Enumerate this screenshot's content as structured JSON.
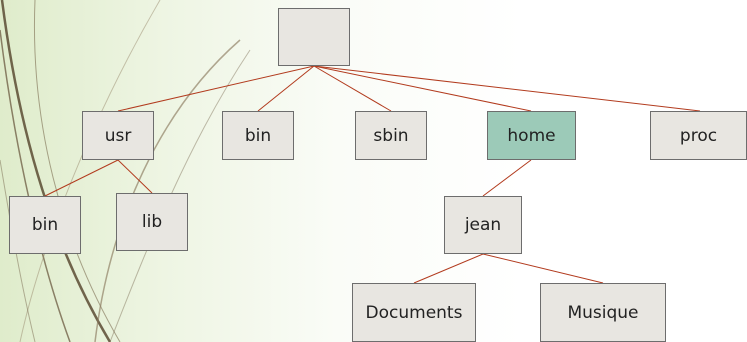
{
  "diagram": {
    "root": {
      "label": ""
    },
    "nodes": {
      "usr": "usr",
      "bin": "bin",
      "sbin": "sbin",
      "home": "home",
      "proc": "proc",
      "usr_bin": "bin",
      "usr_lib": "lib",
      "jean": "jean",
      "documents": "Documents",
      "musique": "Musique"
    },
    "highlighted": "home",
    "colors": {
      "box_fill": "#e8e6e1",
      "box_border": "#6d6d6d",
      "highlight_fill": "#9ccab8",
      "connector": "#b23b1e"
    },
    "edges": [
      [
        "root",
        "usr"
      ],
      [
        "root",
        "bin"
      ],
      [
        "root",
        "sbin"
      ],
      [
        "root",
        "home"
      ],
      [
        "root",
        "proc"
      ],
      [
        "usr",
        "usr_bin"
      ],
      [
        "usr",
        "usr_lib"
      ],
      [
        "home",
        "jean"
      ],
      [
        "jean",
        "documents"
      ],
      [
        "jean",
        "musique"
      ]
    ]
  }
}
